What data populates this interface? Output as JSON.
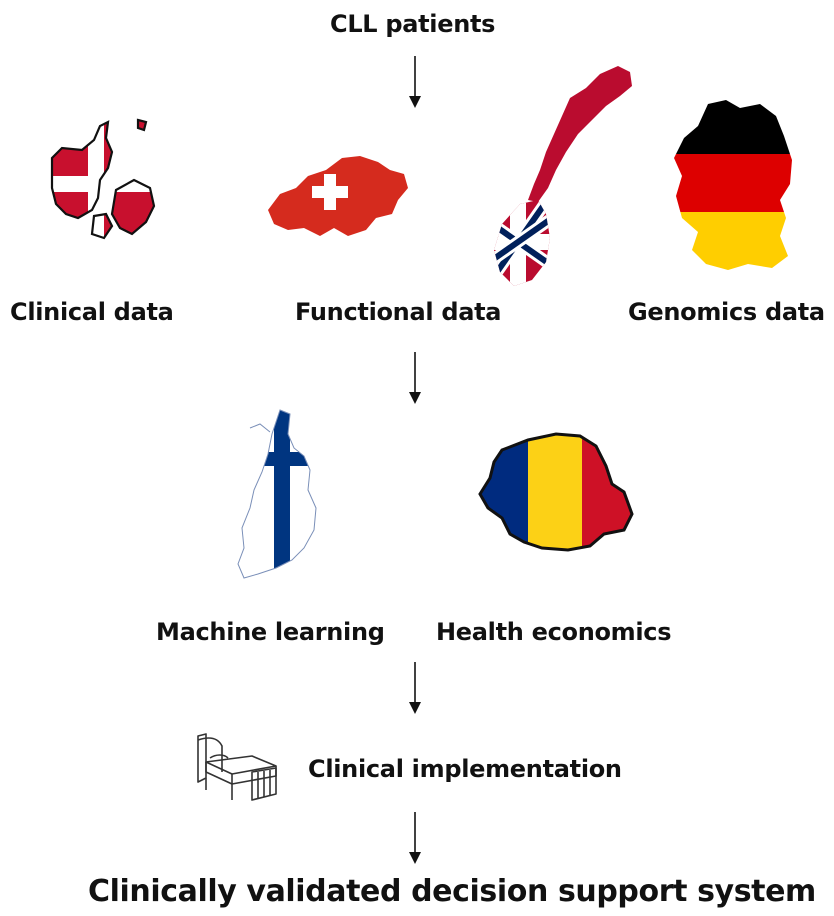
{
  "top": {
    "label": "CLL patients"
  },
  "data_sources": [
    {
      "label": "Clinical data",
      "icon": "denmark-flag-map-icon"
    },
    {
      "label": "Functional data",
      "icon": "switzerland-flag-map-icon"
    },
    {
      "label": "Genomics data",
      "icon": "germany-flag-map-icon"
    }
  ],
  "norway": {
    "icon": "norway-flag-map-icon"
  },
  "analysis": [
    {
      "label": "Machine learning",
      "icon": "finland-flag-map-icon"
    },
    {
      "label": "Health economics",
      "icon": "romania-flag-map-icon"
    }
  ],
  "implementation": {
    "label": "Clinical implementation",
    "icon": "hospital-bed-icon"
  },
  "outcome": {
    "label": "Clinically validated decision support system"
  },
  "colors": {
    "denmark_red": "#c8102e",
    "swiss_red": "#d52b1e",
    "norway_red": "#ba0c2f",
    "norway_blue": "#00205b",
    "germany_black": "#000000",
    "germany_red": "#dd0000",
    "germany_gold": "#ffce00",
    "finland_blue": "#003580",
    "romania_blue": "#002b7f",
    "romania_yellow": "#fcd116",
    "romania_red": "#ce1126"
  }
}
